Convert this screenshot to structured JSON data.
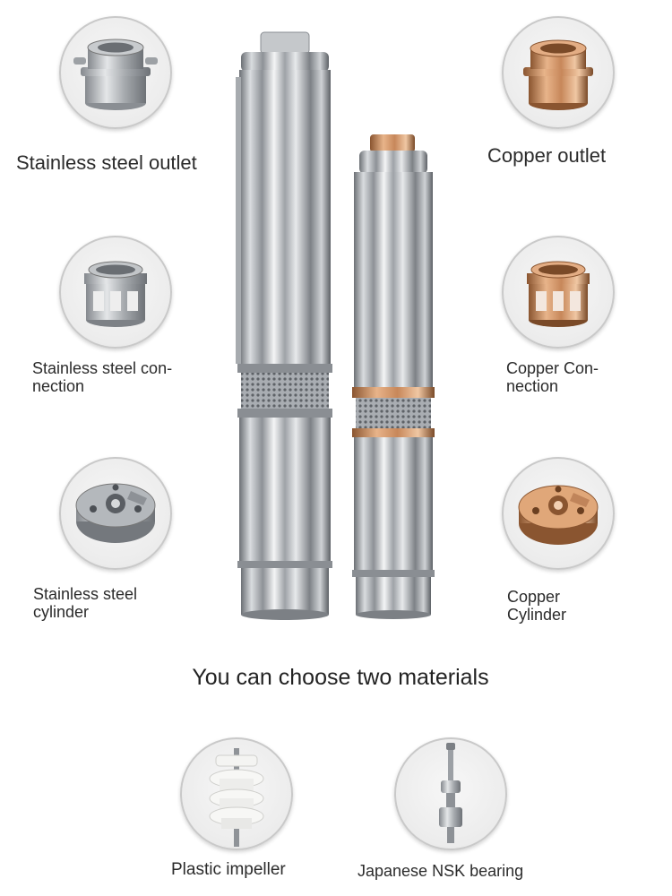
{
  "left_column": {
    "outlet_label": "Stainless steel outlet",
    "connection_label": "Stainless steel con-\nnection",
    "cylinder_label": "Stainless steel\ncylinder"
  },
  "right_column": {
    "outlet_label": "Copper outlet",
    "connection_label": "Copper Con-\nnection",
    "cylinder_label": "Copper\nCylinder"
  },
  "heading": "You can choose two materials",
  "bottom_row": {
    "impeller_label": "Plastic impeller",
    "bearing_label": "Japanese NSK bearing"
  },
  "icons": {
    "steel_outlet": "stainless-steel-outlet-icon",
    "steel_connection": "stainless-steel-connection-icon",
    "steel_cylinder": "stainless-steel-cylinder-icon",
    "copper_outlet": "copper-outlet-icon",
    "copper_connection": "copper-connection-icon",
    "copper_cylinder": "copper-cylinder-icon",
    "impeller": "plastic-impeller-icon",
    "bearing": "nsk-bearing-icon",
    "pumps": "submersible-pump-pair"
  },
  "colors": {
    "steel": "#b9bcc0",
    "copper": "#d49a6a",
    "text": "#2b2b2b"
  }
}
